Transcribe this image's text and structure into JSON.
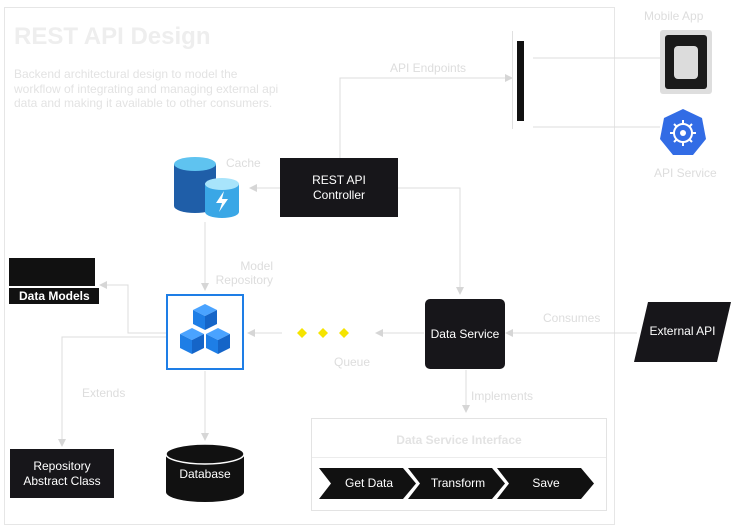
{
  "title": "REST API Design",
  "description": "Backend architectural design to model the workflow of integrating and managing external api data and making it available to other consumers.",
  "nodes": {
    "rest_controller": "REST API\nController",
    "data_service": "Data Service",
    "external_api": "External API",
    "data_models": "Data Models",
    "repository_abstract": "Repository\nAbstract Class",
    "database": "Database",
    "mobile_app": "Mobile App",
    "api_service": "API Service"
  },
  "edge_labels": {
    "api_endpoints": "API Endpoints",
    "cache": "Cache",
    "model_repository": "Model\nRepository",
    "queue": "Queue",
    "consumes": "Consumes",
    "implements": "Implements",
    "extends": "Extends"
  },
  "interface": {
    "title": "Data Service Interface",
    "steps": [
      "Get Data",
      "Transform",
      "Save"
    ]
  },
  "colors": {
    "dark": "#17161a",
    "repo_blue": "#1e7ee6",
    "queue_yellow": "#f5e400",
    "k8s_blue": "#326ce5",
    "line": "#d9d9d9"
  }
}
